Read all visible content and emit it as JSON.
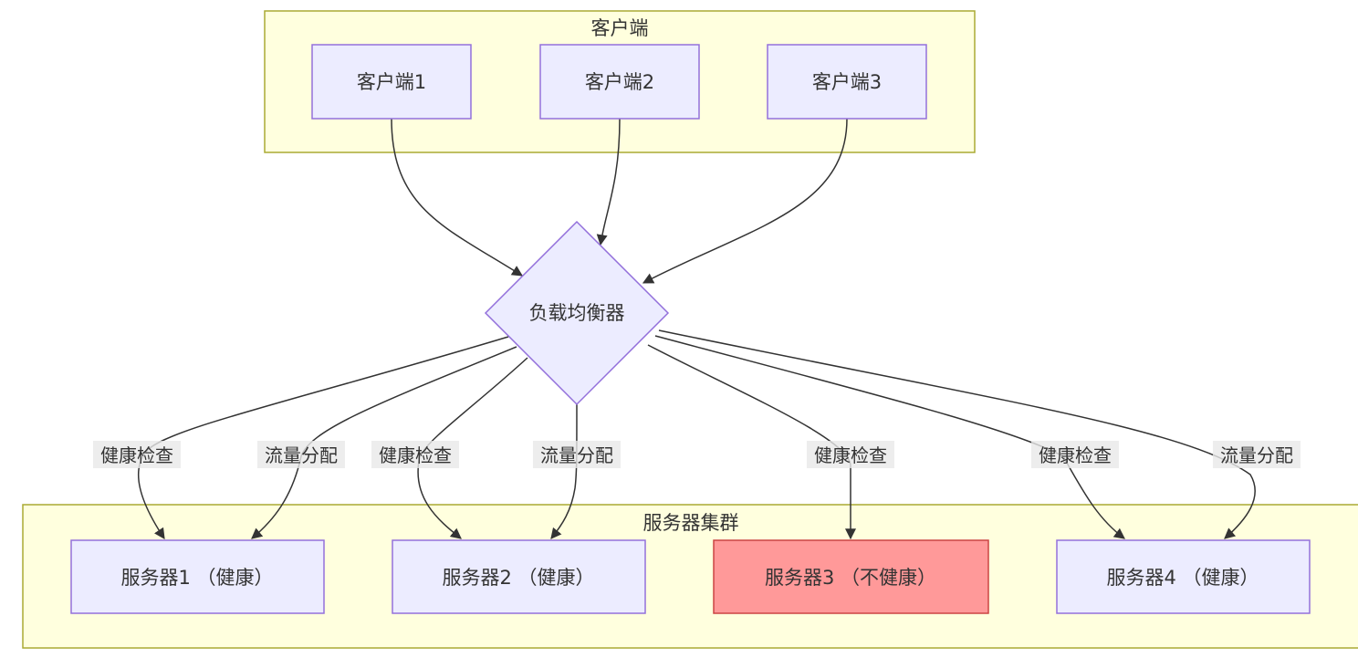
{
  "clusters": {
    "clients": {
      "label": "客户端"
    },
    "servers": {
      "label": "服务器集群"
    }
  },
  "nodes": {
    "client1": {
      "label": "客户端1"
    },
    "client2": {
      "label": "客户端2"
    },
    "client3": {
      "label": "客户端3"
    },
    "load_balancer": {
      "label": "负载均衡器"
    },
    "server1": {
      "label": "服务器1 （健康）"
    },
    "server2": {
      "label": "服务器2 （健康）"
    },
    "server3": {
      "label": "服务器3 （不健康）"
    },
    "server4": {
      "label": "服务器4 （健康）"
    }
  },
  "edges": [
    {
      "from": "client1",
      "to": "load_balancer",
      "label": ""
    },
    {
      "from": "client2",
      "to": "load_balancer",
      "label": ""
    },
    {
      "from": "client3",
      "to": "load_balancer",
      "label": ""
    },
    {
      "from": "load_balancer",
      "to": "server1",
      "label": "健康检查"
    },
    {
      "from": "load_balancer",
      "to": "server1",
      "label": "流量分配"
    },
    {
      "from": "load_balancer",
      "to": "server2",
      "label": "健康检查"
    },
    {
      "from": "load_balancer",
      "to": "server2",
      "label": "流量分配"
    },
    {
      "from": "load_balancer",
      "to": "server3",
      "label": "健康检查"
    },
    {
      "from": "load_balancer",
      "to": "server4",
      "label": "健康检查"
    },
    {
      "from": "load_balancer",
      "to": "server4",
      "label": "流量分配"
    }
  ],
  "colors": {
    "cluster_fill": "#ffffde",
    "cluster_stroke": "#aaaa33",
    "node_fill": "#ececff",
    "node_stroke": "#9370db",
    "unhealthy_fill": "#ff9999",
    "unhealthy_stroke": "#cc4444",
    "edge_stroke": "#333333",
    "edge_label_bg": "#e8e8e8"
  }
}
